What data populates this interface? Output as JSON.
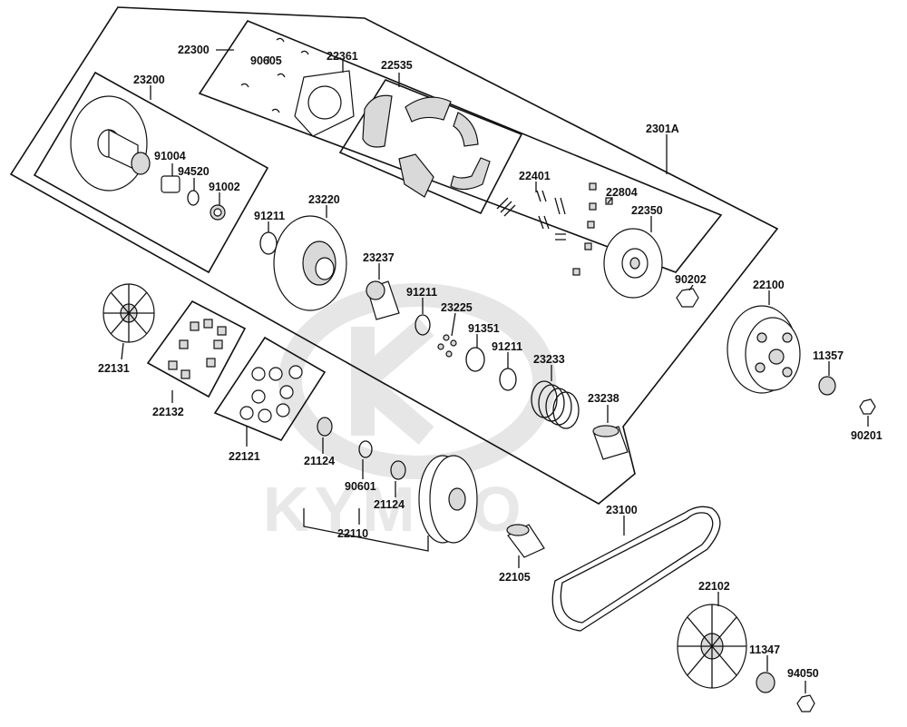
{
  "watermark": {
    "text": "KYMCO"
  },
  "parts": {
    "p22300": "22300",
    "p90605": "90605",
    "p22361": "22361",
    "p22535": "22535",
    "p23200": "23200",
    "p91004": "91004",
    "p94520": "94520",
    "p91002": "91002",
    "p2301A": "2301A",
    "p22401": "22401",
    "p22804": "22804",
    "p22350": "22350",
    "p91211a": "91211",
    "p23220": "23220",
    "p23237": "23237",
    "p91211b": "91211",
    "p23225": "23225",
    "p91351": "91351",
    "p91211c": "91211",
    "p23233": "23233",
    "p90202": "90202",
    "p22100": "22100",
    "p11357": "11357",
    "p90201": "90201",
    "p22131": "22131",
    "p22132": "22132",
    "p22121": "22121",
    "p21124a": "21124",
    "p90601": "90601",
    "p21124b": "21124",
    "p22110": "22110",
    "p23238": "23238",
    "p23100": "23100",
    "p22105": "22105",
    "p22102": "22102",
    "p11347": "11347",
    "p94050": "94050"
  }
}
